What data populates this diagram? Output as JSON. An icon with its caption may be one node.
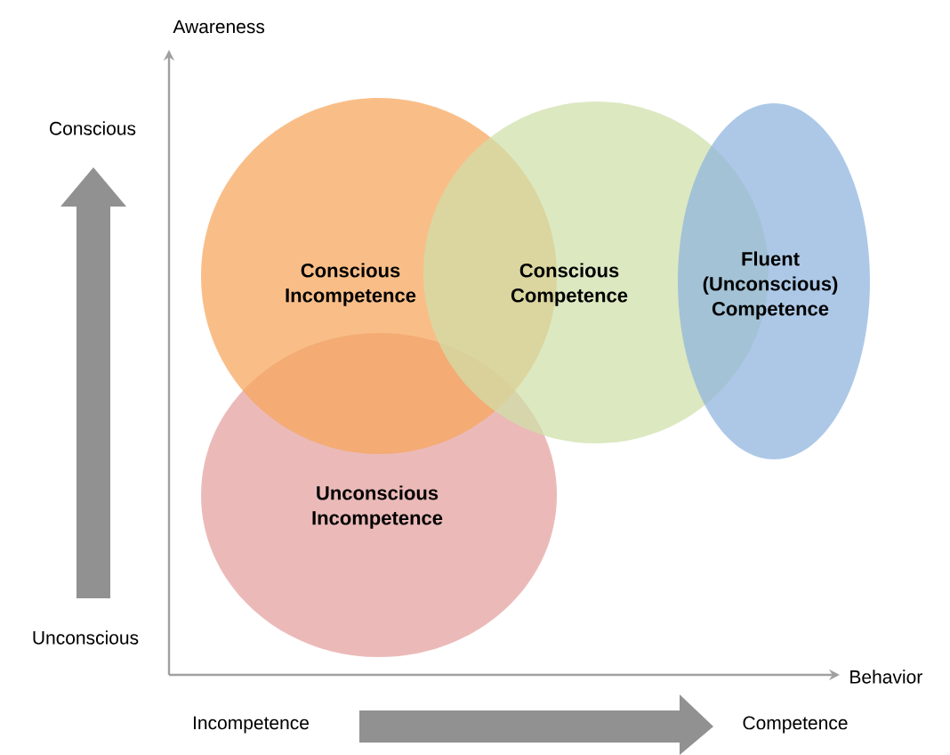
{
  "diagram": {
    "nodes": [
      {
        "text": [
          "Conscious Incompetence"
        ]
      },
      {
        "text": [
          "Conscious Competence"
        ]
      },
      {
        "text": [
          "Fluent (Unconscious) Competence"
        ]
      },
      {
        "text": [
          "Unconscious Incompetence"
        ]
      }
    ],
    "labels": [
      "Awareness",
      "Conscious",
      "Unconscious",
      "Behavior",
      "Incompetence",
      "Competence"
    ]
  }
}
